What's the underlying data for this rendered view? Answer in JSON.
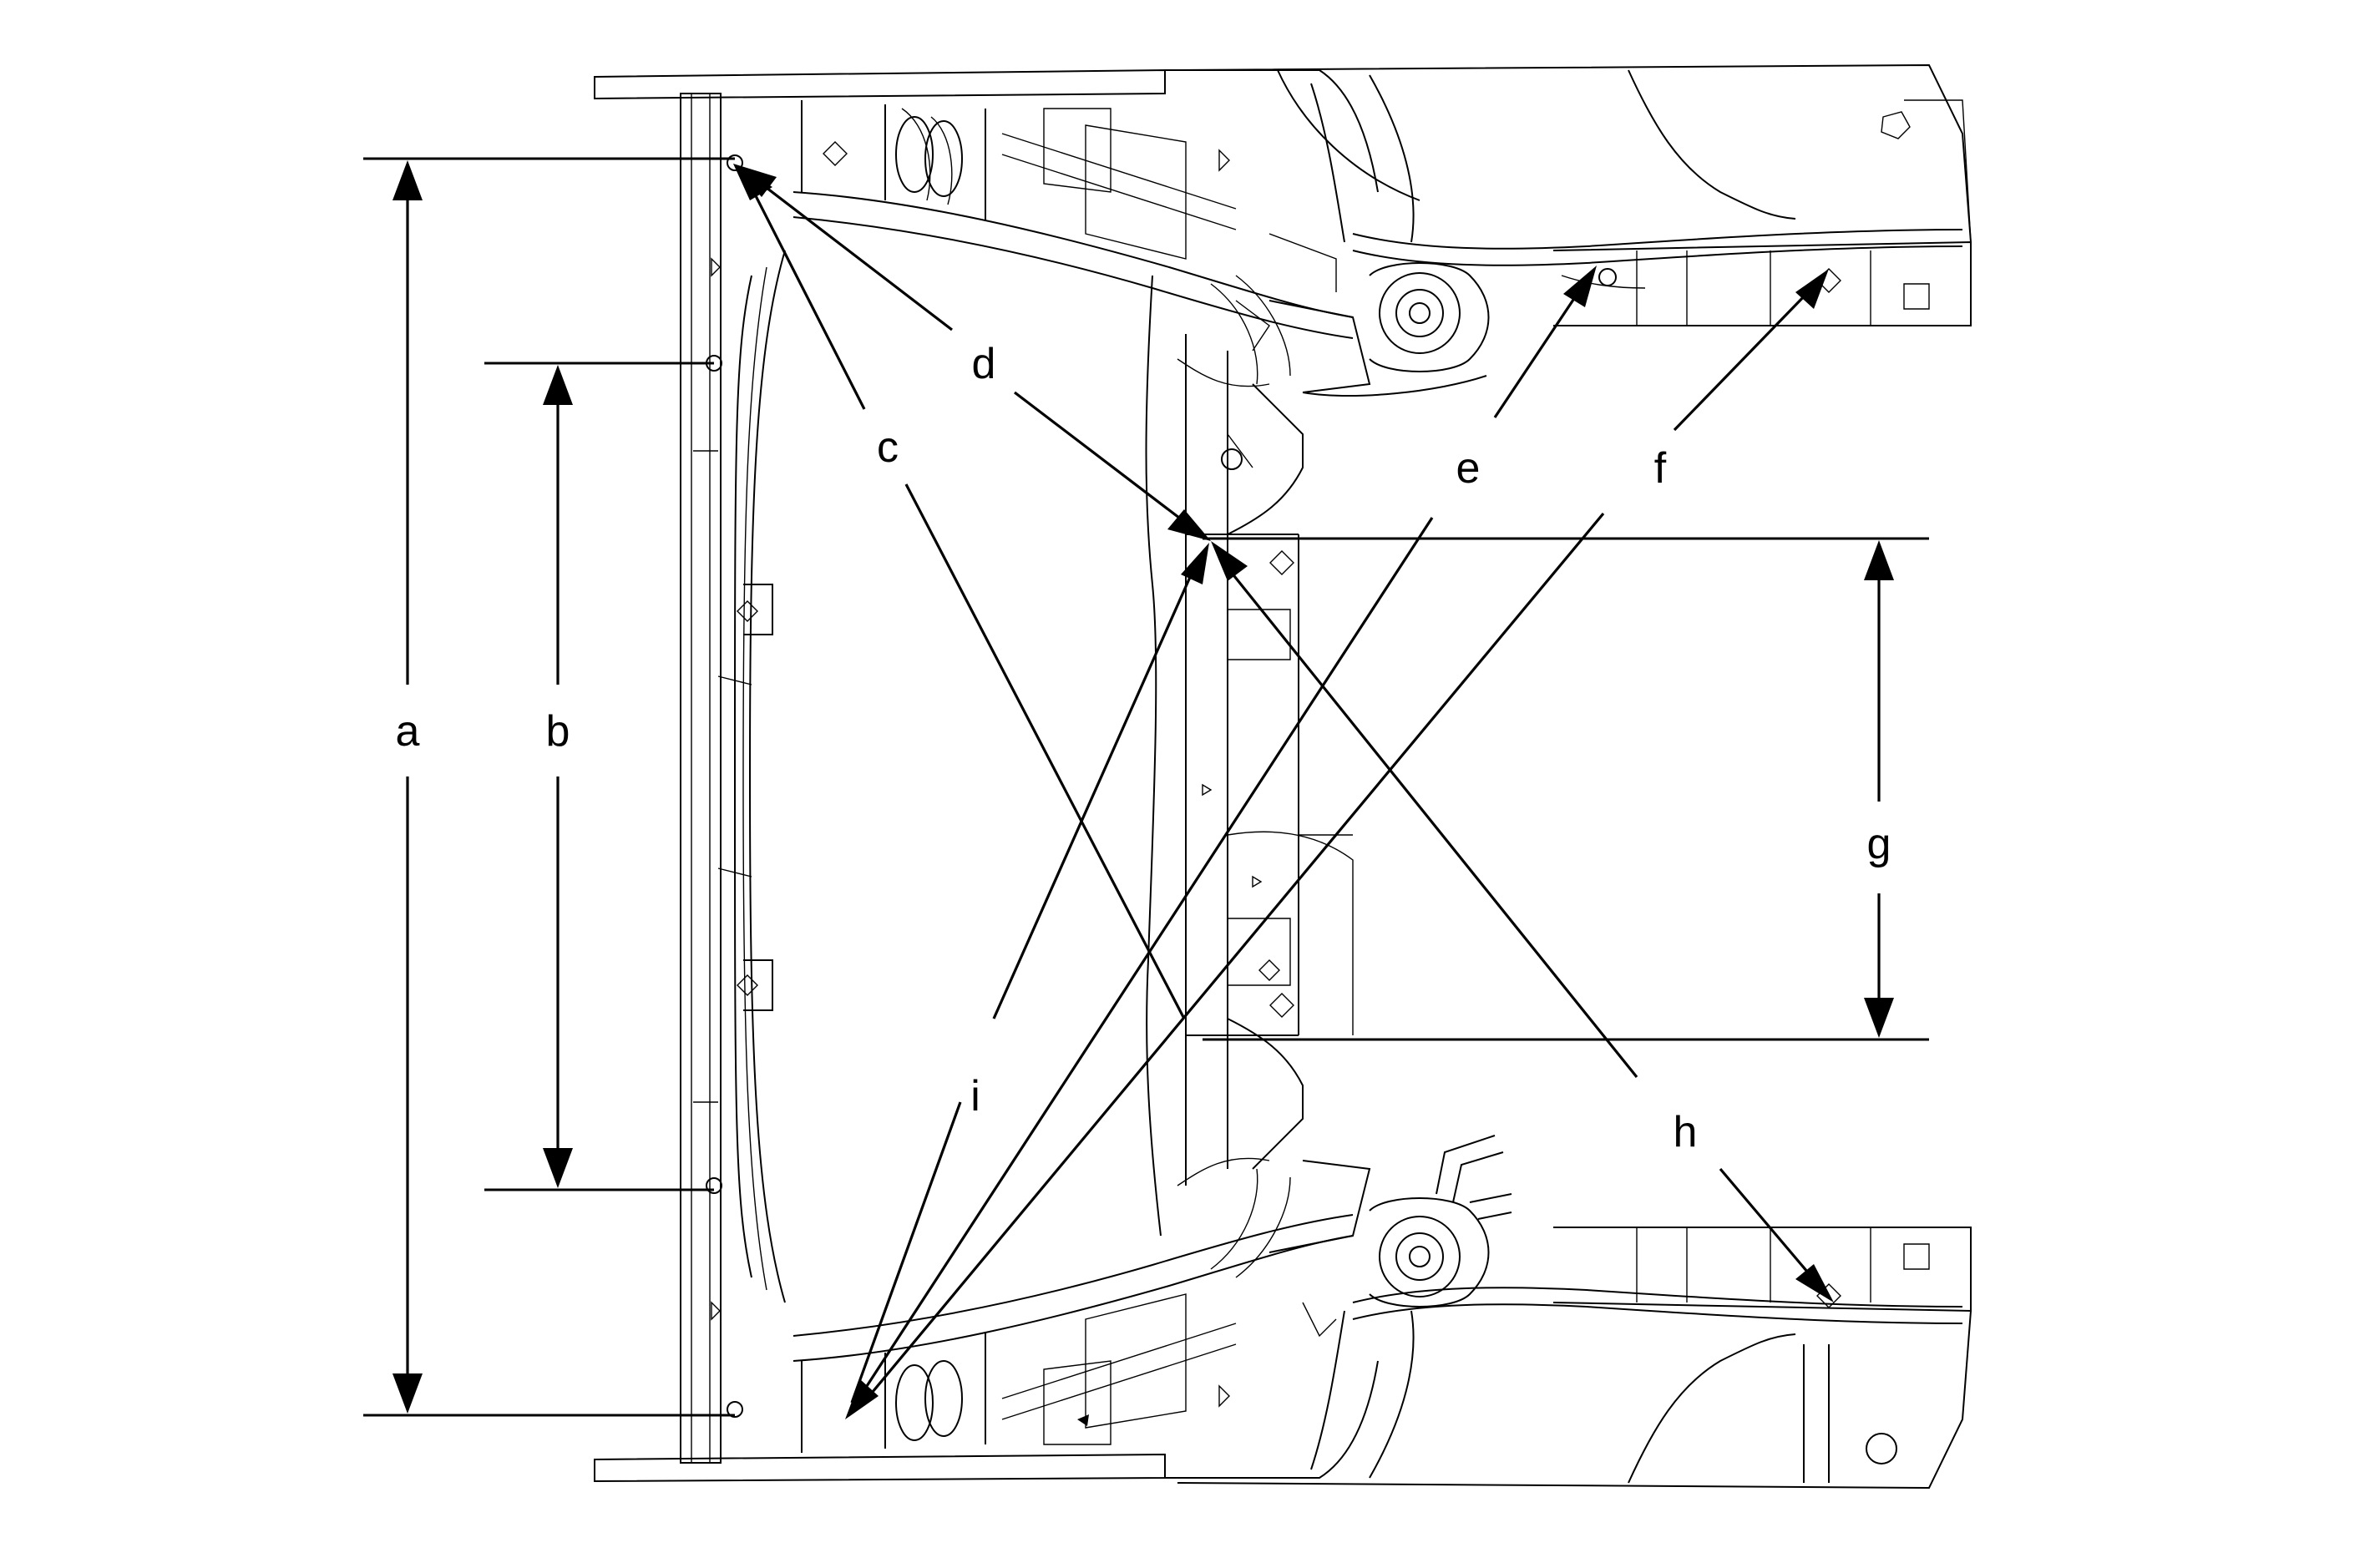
{
  "diagram": {
    "labels": {
      "a": "a",
      "b": "b",
      "c": "c",
      "d": "d",
      "e": "e",
      "f": "f",
      "g": "g",
      "h": "h",
      "i": "i"
    }
  }
}
